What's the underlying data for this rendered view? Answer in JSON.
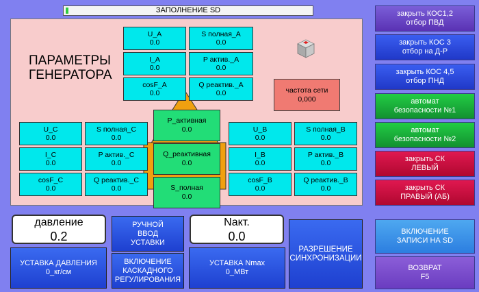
{
  "status": {
    "title": "ЗАПОЛНЕНИЕ SD"
  },
  "generator": {
    "title_line1": "ПАРАМЕТРЫ",
    "title_line2": "ГЕНЕРАТОРА",
    "phase_a": {
      "u_label": "U_A",
      "u_value": "0.0",
      "s_label": "S полная_A",
      "s_value": "0.0",
      "i_label": "I_A",
      "i_value": "0.0",
      "p_label": "P актив._A",
      "p_value": "0.0",
      "cos_label": "cosF_A",
      "cos_value": "0.0",
      "q_label": "Q реактив._A",
      "q_value": "0.0"
    },
    "phase_c": {
      "u_label": "U_C",
      "u_value": "0.0",
      "s_label": "S полная_C",
      "s_value": "0.0",
      "i_label": "I_C",
      "i_value": "0.0",
      "p_label": "P актив._C",
      "p_value": "0.0",
      "cos_label": "cosF_C",
      "cos_value": "0.0",
      "q_label": "Q реактив._C",
      "q_value": "0.0"
    },
    "phase_b": {
      "u_label": "U_B",
      "u_value": "0.0",
      "s_label": "S полная_B",
      "s_value": "0.0",
      "i_label": "I_B",
      "i_value": "0.0",
      "p_label": "P актив._B",
      "p_value": "0.0",
      "cos_label": "cosF_B",
      "cos_value": "0.0",
      "q_label": "Q реактив._B",
      "q_value": "0.0"
    },
    "total": {
      "p_label": "P_активная",
      "p_value": "0.0",
      "q_label": "Q_реактивная",
      "q_value": "0.0",
      "s_label": "S_полная",
      "s_value": "0.0"
    },
    "frequency": {
      "label": "частота сети",
      "value": "0,000",
      "color": "#f07a72"
    }
  },
  "right_buttons": {
    "kos12_l1": "закрыть КОС1,2",
    "kos12_l2": "отбор ПВД",
    "kos3_l1": "закрыть КОС 3",
    "kos3_l2": "отбор на Д-Р",
    "kos45_l1": "закрыть КОС 4,5",
    "kos45_l2": "отбор ПНД",
    "auto1_l1": "автомат",
    "auto1_l2": "безопасности №1",
    "auto2_l1": "автомат",
    "auto2_l2": "безопасности №2",
    "sk_left_l1": "закрыть СК",
    "sk_left_l2": "ЛЕВЫЙ",
    "sk_right_l1": "закрыть СК",
    "sk_right_l2": "ПРАВЫЙ (АБ)",
    "sd_l1": "ВКЛЮЧЕНИЕ",
    "sd_l2": "ЗАПИСИ НА SD",
    "back_l1": "ВОЗВРАТ",
    "back_l2": "F5"
  },
  "bottom": {
    "pressure_label": "давление",
    "pressure_value": "0.2",
    "manual_l1": "РУЧНОЙ",
    "manual_l2": "ВВОД",
    "manual_l3": "УСТАВКИ",
    "nakt_label": "Nакт.",
    "nakt_value": "0.0",
    "sync_l1": "РАЗРЕШЕНИЕ",
    "sync_l2": "СИНХРОНИЗАЦИИ",
    "setpoint_pressure_l1": "УСТАВКА ДАВЛЕНИЯ",
    "setpoint_pressure_l2": "0_кг/см",
    "cascade_l1": "ВКЛЮЧЕНИЕ",
    "cascade_l2": "КАСКАДНОГО",
    "cascade_l3": "РЕГУЛИРОВАНИЯ",
    "setpoint_nmax_l1": "УСТАВКА Nmax",
    "setpoint_nmax_l2": "0_МВт"
  },
  "colors": {
    "background": "#8080f0",
    "panel": "#f8cccc",
    "param_box": "#00e8ec",
    "total_box": "#22dd77",
    "triangle": "#f0a010"
  }
}
